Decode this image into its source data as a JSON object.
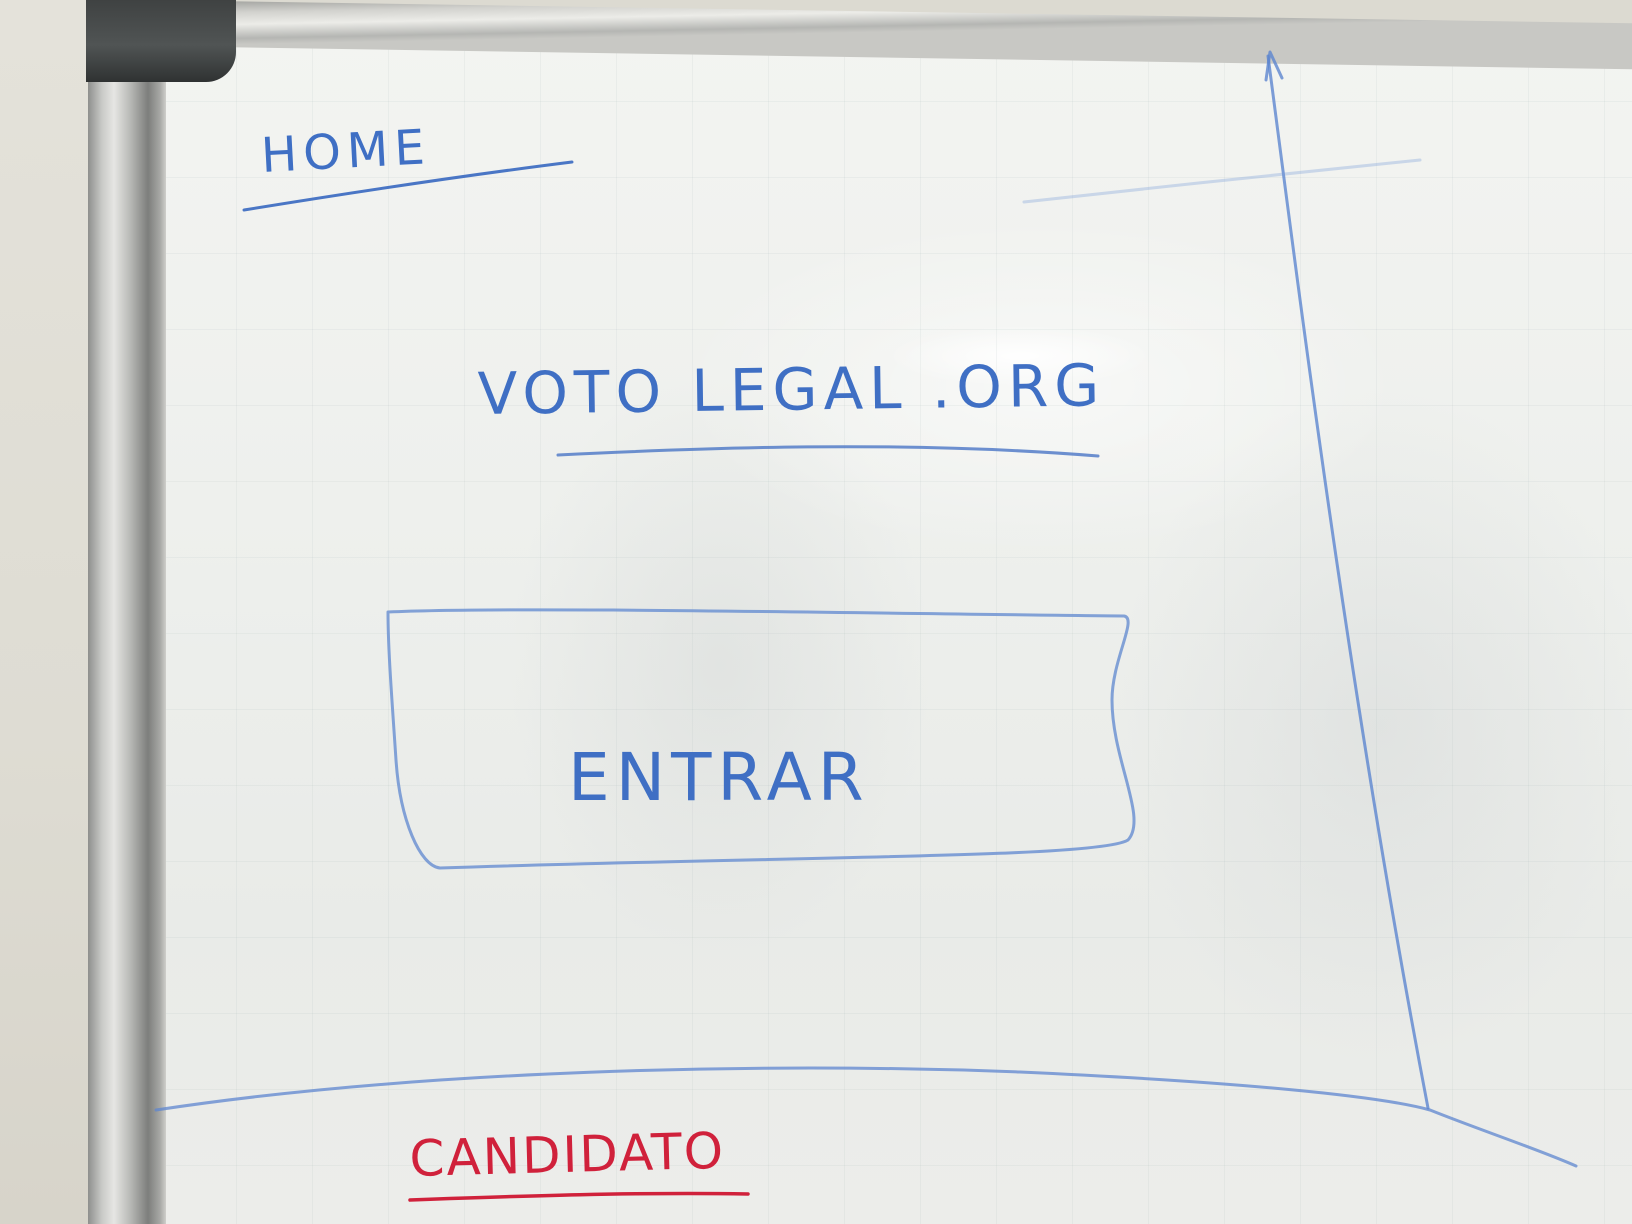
{
  "whiteboard": {
    "section_title": "HOME",
    "site_name": "VOTO LEGAL .ORG",
    "button_label": "ENTRAR",
    "footer_label": "CANDIDATO"
  },
  "colors": {
    "marker_blue": "#3f6fc4",
    "marker_red": "#d0213b",
    "board_white": "#eef0ed",
    "frame_gray": "#b9bab7"
  }
}
